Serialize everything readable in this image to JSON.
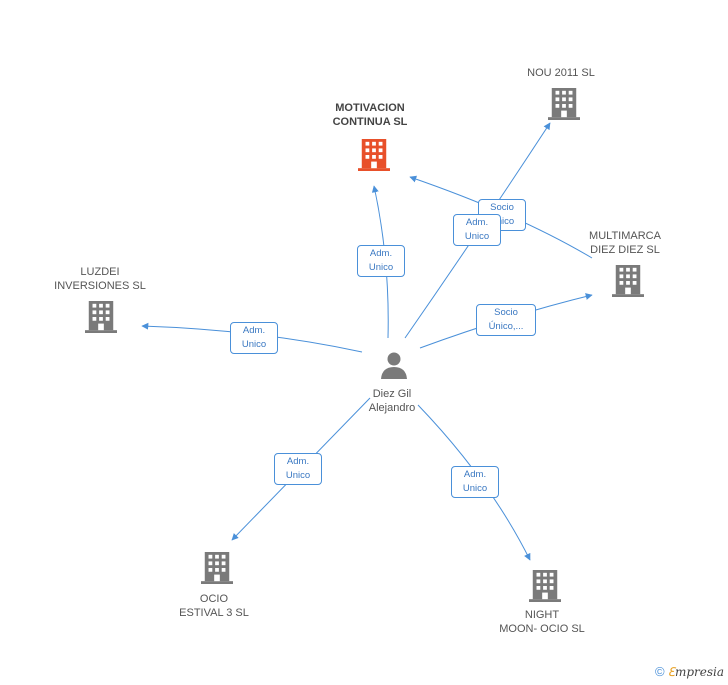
{
  "center_person": {
    "name_line1": "Diez Gil",
    "name_line2": "Alejandro"
  },
  "companies": {
    "motivacion": {
      "line1": "MOTIVACION",
      "line2": "CONTINUA SL",
      "color": "#e8502a"
    },
    "nou2011": {
      "line1": "NOU 2011 SL",
      "line2": ""
    },
    "multimarca": {
      "line1": "MULTIMARCA",
      "line2": "DIEZ DIEZ SL"
    },
    "luzdei": {
      "line1": "LUZDEI",
      "line2": "INVERSIONES SL"
    },
    "ocio_estival": {
      "line1": "OCIO",
      "line2": "ESTIVAL 3 SL"
    },
    "night_moon": {
      "line1": "NIGHT",
      "line2": "MOON- OCIO SL"
    }
  },
  "relations": {
    "to_motivacion": {
      "line1": "Adm.",
      "line2": "Unico"
    },
    "motivacion_socio": {
      "line1": "Socio",
      "line2": "Único"
    },
    "to_nou2011": {
      "line1": "Adm.",
      "line2": "Unico"
    },
    "to_multimarca": {
      "line1": "Socio",
      "line2": "Único,..."
    },
    "to_luzdei": {
      "line1": "Adm.",
      "line2": "Unico"
    },
    "to_ocio_estival": {
      "line1": "Adm.",
      "line2": "Unico"
    },
    "to_night_moon": {
      "line1": "Adm.",
      "line2": "Unico"
    }
  },
  "colors": {
    "edge": "#4a90d9",
    "building": "#7a7a7a",
    "highlight": "#e8502a"
  },
  "footer": {
    "copyright": "©",
    "brand_initial": "ℇ",
    "brand_rest": "mpresia"
  }
}
